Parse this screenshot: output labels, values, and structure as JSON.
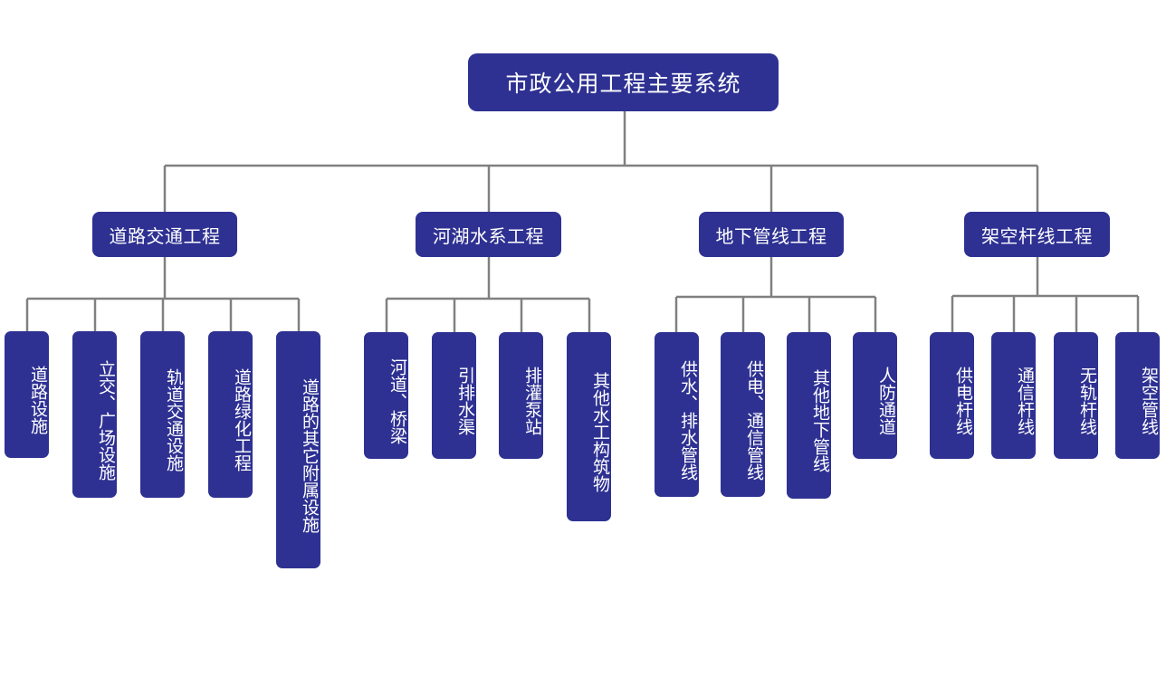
{
  "root": {
    "label": "市政公用工程主要系统"
  },
  "categories": [
    {
      "label": "道路交通工程",
      "children": [
        "道路设施",
        "立交、广场设施",
        "轨道交通设施",
        "道路绿化工程",
        "道路的其它附属设施"
      ]
    },
    {
      "label": "河湖水系工程",
      "children": [
        "河道、桥梁",
        "引排水渠",
        "排灌泵站",
        "其他水工构筑物"
      ]
    },
    {
      "label": "地下管线工程",
      "children": [
        "供水、排水管线",
        "供电、通信管线",
        "其他地下管线",
        "人防通道"
      ]
    },
    {
      "label": "架空杆线工程",
      "children": [
        "供电杆线",
        "通信杆线",
        "无轨杆线",
        "架空管线"
      ]
    }
  ],
  "colors": {
    "node_fill": "#2e3192",
    "node_text": "#ffffff",
    "connector": "#808080"
  }
}
